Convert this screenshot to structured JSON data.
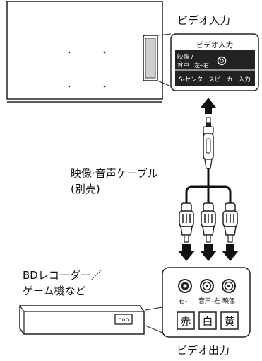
{
  "top_label": "ビデオ入力",
  "bottom_label": "ビデオ出力",
  "cable_label_line1": "映像·音声ケーブル",
  "cable_label_line2": "(別売)",
  "device_label_line1": "BDレコーダー／",
  "device_label_line2": "ゲーム機など",
  "tv_panel": {
    "title": "ビデオ入力",
    "video_text": "映像 /",
    "audio_text": "音声",
    "lr_text": "左─右",
    "bottom_text": "S-センタースピーカー入力"
  },
  "output_panel": {
    "jack_labels": [
      "右-",
      "音声",
      "-左",
      "映像"
    ],
    "color_labels": [
      "赤",
      "白",
      "黄"
    ]
  },
  "device_indicator": "ooo"
}
